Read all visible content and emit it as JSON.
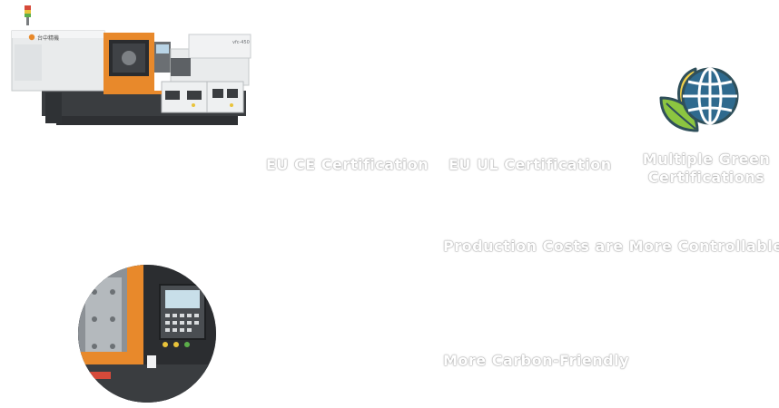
{
  "machine_image": {
    "brand_label": "台中精機",
    "model_label": "vfc-450"
  },
  "certifications": [
    {
      "label": "EU CE Certification"
    },
    {
      "label": "EU UL Certification"
    },
    {
      "label": "Multiple Green Certifications"
    }
  ],
  "benefits": [
    {
      "label": "Production Costs are More Controllable"
    },
    {
      "label": "More Carbon-Friendly"
    }
  ],
  "colors": {
    "machine_orange": "#e8892b",
    "machine_body": "#e9ebec",
    "machine_base": "#3a3d40",
    "icon_green": "#8cc540",
    "icon_yellow": "#f4d24a",
    "icon_blue": "#2f6a8e"
  }
}
